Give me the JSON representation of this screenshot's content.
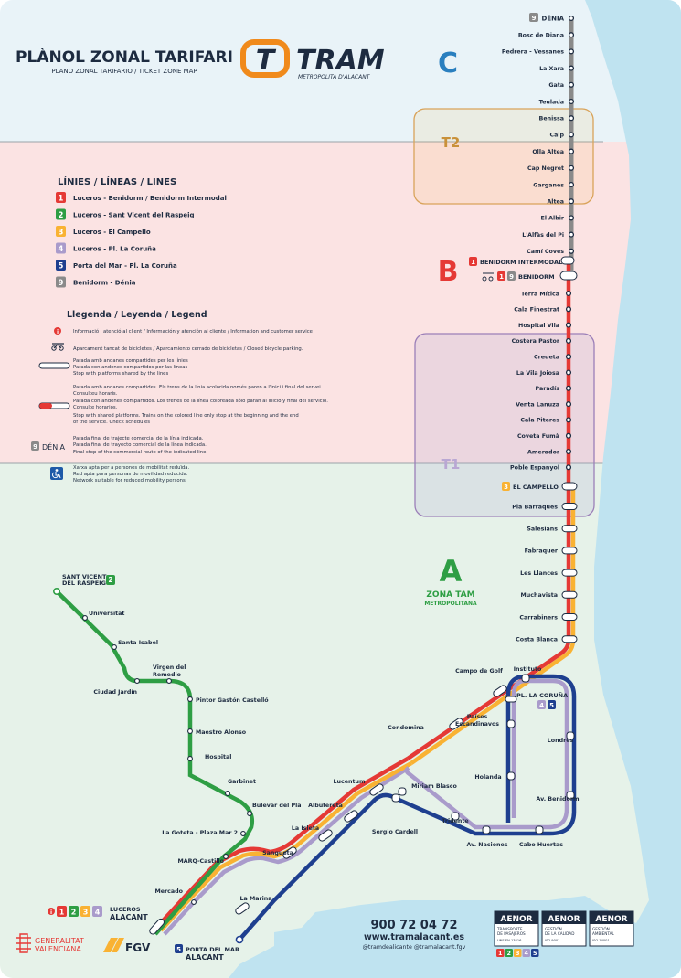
{
  "header": {
    "title": "PLÀNOL ZONAL TARIFARI",
    "subtitle": "PLANO ZONAL TARIFARIO / TICKET ZONE MAP",
    "brand_mark": "T",
    "brand_name": "TRAM",
    "brand_sub": "METROPOLITÀ D'ALACANT"
  },
  "zones": {
    "a_letter": "A",
    "a_title": "ZONA TAM",
    "a_sub": "METROPOLITANA",
    "b_letter": "B",
    "c_letter": "C",
    "t1": "T1",
    "t2": "T2"
  },
  "colors": {
    "zone_a": "#e6f2e9",
    "zone_b": "#fbe3e3",
    "zone_c": "#e9f3f8",
    "sea": "#bfe3f0",
    "line1": "#e53935",
    "line2": "#2e9e44",
    "line3": "#f9b233",
    "line4": "#a99bcb",
    "line5": "#1e3f8f",
    "line9": "#8a8a8a",
    "tram_orange": "#f08a1c"
  },
  "lines_legend": {
    "title": "LÍNIES / LÍNEAS / LINES",
    "items": [
      {
        "num": "1",
        "color": "#e53935",
        "label": "Luceros - Benidorm / Benidorm Intermodal"
      },
      {
        "num": "2",
        "color": "#2e9e44",
        "label": "Luceros - Sant Vicent del Raspeig"
      },
      {
        "num": "3",
        "color": "#f9b233",
        "label": "Luceros - El Campello"
      },
      {
        "num": "4",
        "color": "#a99bcb",
        "label": "Luceros - Pl. La Coruña"
      },
      {
        "num": "5",
        "color": "#1e3f8f",
        "label": "Porta del Mar - Pl. La Coruña"
      },
      {
        "num": "9",
        "color": "#8a8a8a",
        "label": "Benidorm - Dénia"
      }
    ]
  },
  "legend": {
    "title": "Llegenda / Leyenda / Legend",
    "info": "Informació i atenció al client / Información y atención al cliente / Information and customer service",
    "bike": "Aparcament tancat de bicicletes / Aparcamiento cerrado de bicicletas / Closed bicycle parking.",
    "shared": [
      "Parada amb andanes compartides per les línies",
      "Parada con andenes compartidos por las líneas",
      "Stop with platforms shared by the lines"
    ],
    "partial": [
      "Parada amb andanes compartides. Els trens de la línia acolorida només paren a l'inici i final del servei.",
      "Consulteu horaris.",
      "Parada con andenes compartidos. Los trenes de la línea coloreada sólo paran al inicio y final del servicio.",
      "Consulte horarios.",
      "Stop with shared platforms. Trains on the colored line only stop at the beginning and the end",
      "of the service. Check schedules"
    ],
    "final_badge_num": "9",
    "final_badge_text": "DÉNIA",
    "final": [
      "Parada final de trajecte comercial de la línia indicada.",
      "Parada final de trayecto comercial de la línea indicada.",
      "Final stop of the commercial route of the indicated line."
    ],
    "reduced": [
      "Xarxa apta per a persones de mobilitat reduïda.",
      "Red apta para personas de movilidad reducida.",
      "Network suitable for reduced mobility persons."
    ]
  },
  "line9_stations": [
    "DÉNIA",
    "Bosc de Diana",
    "Pedrera - Vessanes",
    "La Xara",
    "Gata",
    "Teulada",
    "Benissa",
    "Calp",
    "Olla Altea",
    "Cap Negret",
    "Garganes",
    "Altea",
    "El Albir",
    "L'Alfàs del Pi",
    "Camí Coves"
  ],
  "line9_top_badge": "9",
  "benidorm": {
    "intermodal": "BENIDORM INTERMODAL",
    "intermodal_badge": "1",
    "main": "BENIDORM",
    "badge1": "1",
    "badge9": "9"
  },
  "coast_stations": [
    "Terra Mítica",
    "Cala Finestrat",
    "Hospital Vila",
    "Costera Pastor",
    "Creueta",
    "La Vila Joiosa",
    "Paradís",
    "Venta Lanuza",
    "Cala Piteres",
    "Coveta Fumà",
    "Amerador",
    "Poble Espanyol"
  ],
  "campello": {
    "label": "EL CAMPELLO",
    "badge": "3"
  },
  "south_stations": [
    "Pla Barraques",
    "Salesians",
    "Fabraquer",
    "Les Llances",
    "Muchavista",
    "Carrabiners",
    "Costa Blanca"
  ],
  "line2_stations": [
    "Universitat",
    "Santa Isabel",
    "Ciudad Jardín",
    "Virgen del",
    "Remedio",
    "Pintor Gastón Castelló",
    "Maestro Alonso",
    "Hospital",
    "Garbinet",
    "Bulevar del Pla",
    "La Goteta - Plaza Mar 2",
    "MARQ-Castillo",
    "Mercado"
  ],
  "sant_vicent": {
    "line1": "SANT VICENT",
    "line2": "DEL RASPEIG",
    "badge": "2"
  },
  "trunk_stations": [
    "Campo de Golf",
    "Condomina",
    "Lucentum",
    "Albufereta",
    "La Isleta",
    "Sangueta",
    "La Marina"
  ],
  "line5_stations": [
    "Instituto",
    "Países",
    "Escandinavos",
    "Londres",
    "Holanda",
    "Av. Benidorm",
    "Cabo Huertas",
    "Av. Naciones",
    "Tridente",
    "Sergio Cardell",
    "Miriam Blasco"
  ],
  "coruna": {
    "label": "PL. LA CORUÑA",
    "badge4": "4",
    "badge5": "5"
  },
  "luceros": {
    "label1": "LUCEROS",
    "label2": "ALACANT",
    "badges": [
      "1",
      "2",
      "3",
      "4"
    ]
  },
  "porta": {
    "label1": "PORTA DEL MAR",
    "label2": "ALACANT",
    "badge": "5"
  },
  "footer": {
    "generalitat1": "GENERALITAT",
    "generalitat2": "VALENCIANA",
    "fgv": "FGV",
    "phone": "900 72 04 72",
    "web": "www.tramalacant.es",
    "social": "@tramdealicante  @tramalacant.fgv",
    "aenor": [
      {
        "title": "AENOR",
        "l1": "TRANSPORTE",
        "l2": "DE PASAJEROS",
        "l3": "UNE-EN 13816"
      },
      {
        "title": "AENOR",
        "l1": "GESTIÓN",
        "l2": "DE LA CALIDAD",
        "l3": "ISO 9001"
      },
      {
        "title": "AENOR",
        "l1": "GESTIÓN",
        "l2": "AMBIENTAL",
        "l3": "ISO 14001"
      }
    ],
    "cert_badges": [
      "1",
      "2",
      "3",
      "4",
      "5"
    ]
  }
}
